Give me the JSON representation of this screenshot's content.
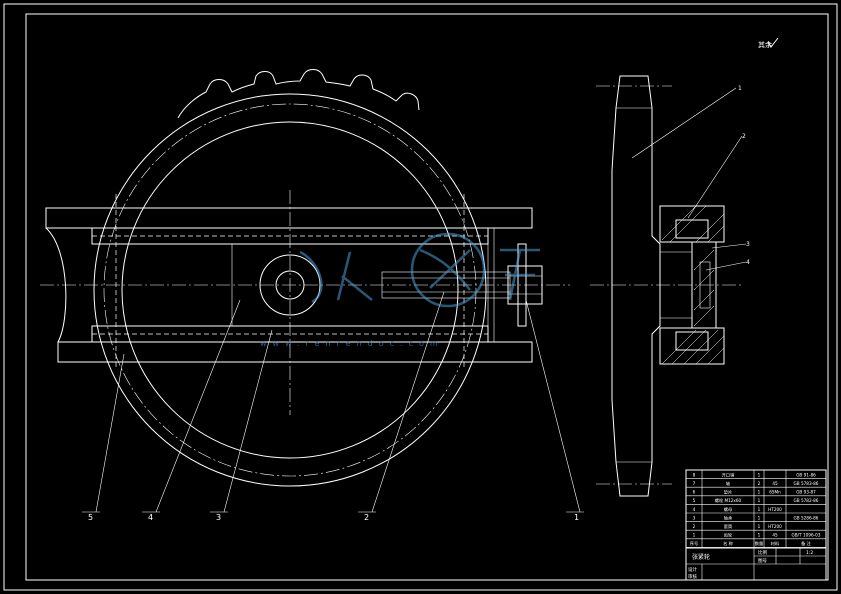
{
  "drawing": {
    "finish_mark": "其余",
    "balloons": [
      "1",
      "2",
      "3",
      "4",
      "5"
    ],
    "side_balloons": [
      "1",
      "2",
      "3",
      "4"
    ]
  },
  "parts_table": {
    "rows": [
      {
        "no": "1",
        "name": "齿轮",
        "qty": "1",
        "material": "45",
        "std": "GB/T 1096-03"
      },
      {
        "no": "2",
        "name": "套筒",
        "qty": "1",
        "material": "HT200",
        "std": ""
      },
      {
        "no": "3",
        "name": "轴承",
        "qty": "1",
        "material": "",
        "std": "GB 5286-86"
      },
      {
        "no": "4",
        "name": "螺母",
        "qty": "1",
        "material": "HT200",
        "std": ""
      },
      {
        "no": "5",
        "name": "螺栓 M12x60",
        "qty": "1",
        "material": "",
        "std": "GB 5782-86"
      },
      {
        "no": "6",
        "name": "垫片",
        "qty": "1",
        "material": "65Mn",
        "std": "GB 93-87"
      },
      {
        "no": "7",
        "name": "轴",
        "qty": "2",
        "material": "45",
        "std": "GB 5783-86"
      },
      {
        "no": "8",
        "name": "开口销",
        "qty": "1",
        "material": "",
        "std": "GB 91-86"
      }
    ],
    "header": {
      "no": "序号",
      "name": "名  称",
      "qty": "数量",
      "material": "材料",
      "std": "备  注"
    },
    "title": "张紧轮",
    "scale_label": "比例",
    "scale_value": "1:2",
    "sheet_label": "图号",
    "design_label": "设计",
    "check_label": "审核"
  },
  "watermark": {
    "url": "www.renrendoc.com"
  }
}
